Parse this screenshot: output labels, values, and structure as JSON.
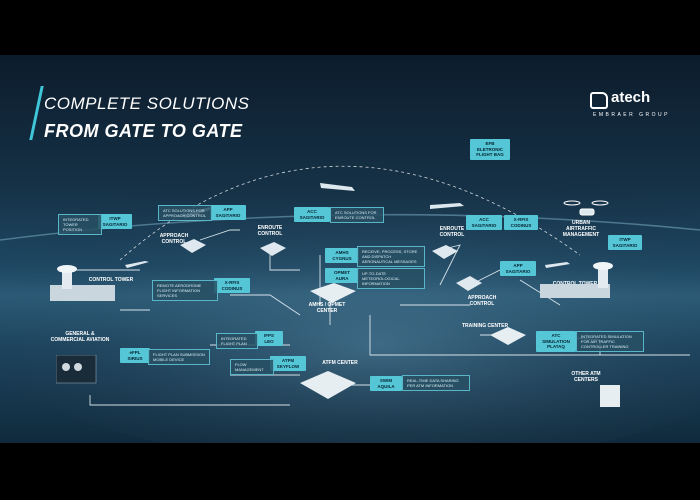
{
  "header": {
    "title_line1": "COMPLETE SOLUTIONS",
    "title_line2": "FROM GATE TO GATE"
  },
  "logo": {
    "name": "atech",
    "subtitle": "EMBRAER GROUP"
  },
  "colors": {
    "accent": "#55c6d6",
    "line": "#e8f2f6",
    "panel": "#274f63"
  },
  "nodes": {
    "itwp": {
      "line1": "ITWP",
      "line2": "SAGITARIO"
    },
    "app_left": {
      "line1": "APP",
      "line2": "SAGITARIO"
    },
    "acc_top": {
      "line1": "ACC",
      "line2": "SAGITARIO"
    },
    "efb": {
      "line1": "EFB",
      "line2": "ELETRONIC FLIGHT BAG"
    },
    "amhs": {
      "line1": "AMHS",
      "line2": "CYGNUS"
    },
    "opmet": {
      "line1": "OPMET",
      "line2": "AURA"
    },
    "xrfis_left": {
      "line1": "X-RFIS",
      "line2": "CODINUS"
    },
    "acc_right": {
      "line1": "ACC",
      "line2": "SAGITARIO"
    },
    "xrfis_right": {
      "line1": "X-RFIS",
      "line2": "CODINUS"
    },
    "itwp_right": {
      "line1": "ITWP",
      "line2": "SAGITARIO"
    },
    "app_right": {
      "line1": "APP",
      "line2": "SAGITARIO"
    },
    "efpl": {
      "line1": "eFPL",
      "line2": "SIRIUS"
    },
    "ifps": {
      "line1": "IFPS",
      "line2": "LEO"
    },
    "atfm": {
      "line1": "ATFM",
      "line2": "SKYFLOW"
    },
    "swim": {
      "line1": "SWIM",
      "line2": "AQUILA"
    },
    "plataq": {
      "line1": "ATC SIMULATION",
      "line2": "PLATAQ"
    }
  },
  "infos": {
    "integrated_tower": "INTEGRATED TOWER POSITION",
    "atc_approach": "ATC SOLUTIONS FOR APPROACH CONTROL",
    "atc_enroute": "ATC SOLUTIONS FOR ENROUTE CONTROL",
    "amhs_desc": "RECEIVE, PROCESS, STORE AND DISPATCH AERONAUTICAL MESSAGES",
    "opmet_desc": "UP-TO-DATE METEOROLOGICAL INFORMATION",
    "remote_aero": "REMOTE AERODROME FLIGHT INFORMATION SERVICES",
    "flight_plan_sub": "FLIGHT PLAN SUBMISSION MOBILE DEVICE",
    "integrated_fp": "INTEGRATED FLIGHT PLAN",
    "flow_mgmt": "FLOW MANAGEMENT",
    "realtime": "REAL-TIME DATA SHARING PER ATM INFORMATION",
    "integrated_sim": "INTEGRATED SIMULATION FOR AIR TRAFFIC CONTROLLER TRAINING"
  },
  "labels": {
    "control_tower_left": "CONTROL TOWER",
    "approach_left": "APPROACH CONTROL",
    "enroute_left": "ENROUTE CONTROL",
    "enroute_right": "ENROUTE CONTROL",
    "urban": "URBAN AIRTRAFFIC MANAGEMENT",
    "control_tower_right": "CONTROL TOWER",
    "approach_right": "APPROACH CONTROL",
    "amhs_center": "AMHS / OPMET CENTER",
    "training": "TRAINING CENTER",
    "general": "GENERAL & COMMERCIAL AVIATION",
    "atfm_center": "ATFM CENTER",
    "other_atm": "OTHER ATM CENTERS"
  }
}
